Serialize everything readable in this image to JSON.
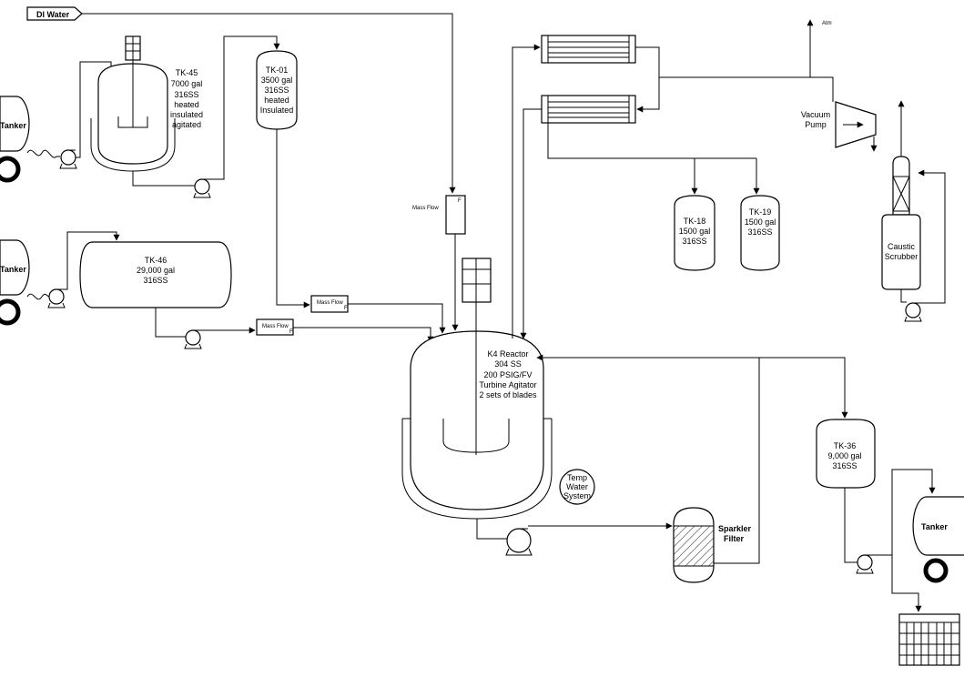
{
  "feed": {
    "di_water": "DI Water"
  },
  "tankers": {
    "left_top": "Tanker",
    "left_mid": "Tanker",
    "right_bottom": "Tanker"
  },
  "tanks": {
    "tk45": [
      "TK-45",
      "7000 gal",
      "316SS",
      "heated",
      "insulated",
      "agitated"
    ],
    "tk01": [
      "TK-01",
      "3500 gal",
      "316SS",
      "heated",
      "Insulated"
    ],
    "tk46": [
      "TK-46",
      "29,000 gal",
      "316SS"
    ],
    "tk18": [
      "TK-18",
      "1500 gal",
      "316SS"
    ],
    "tk19": [
      "TK-19",
      "1500 gal",
      "316SS"
    ],
    "tk36": [
      "TK-36",
      "9,000 gal",
      "316SS"
    ]
  },
  "reactor": [
    "K4 Reactor",
    "304 SS",
    "200 PSIG/FV",
    "Turbine Agitator",
    "2 sets of blades"
  ],
  "instruments": {
    "mass_flow_vertical": "Mass Flow",
    "mass_flow_1": "Mass Flow",
    "mass_flow_2": "Mass Flow",
    "flow_tag": "F"
  },
  "utilities": {
    "temp_water": [
      "Temp",
      "Water",
      "System"
    ],
    "sparkler_filter": [
      "Sparkler",
      "Filter"
    ],
    "vacuum_pump": [
      "Vacuum",
      "Pump"
    ],
    "atm": "Atm",
    "caustic_scrubber": [
      "Caustic",
      "Scrubber"
    ]
  }
}
